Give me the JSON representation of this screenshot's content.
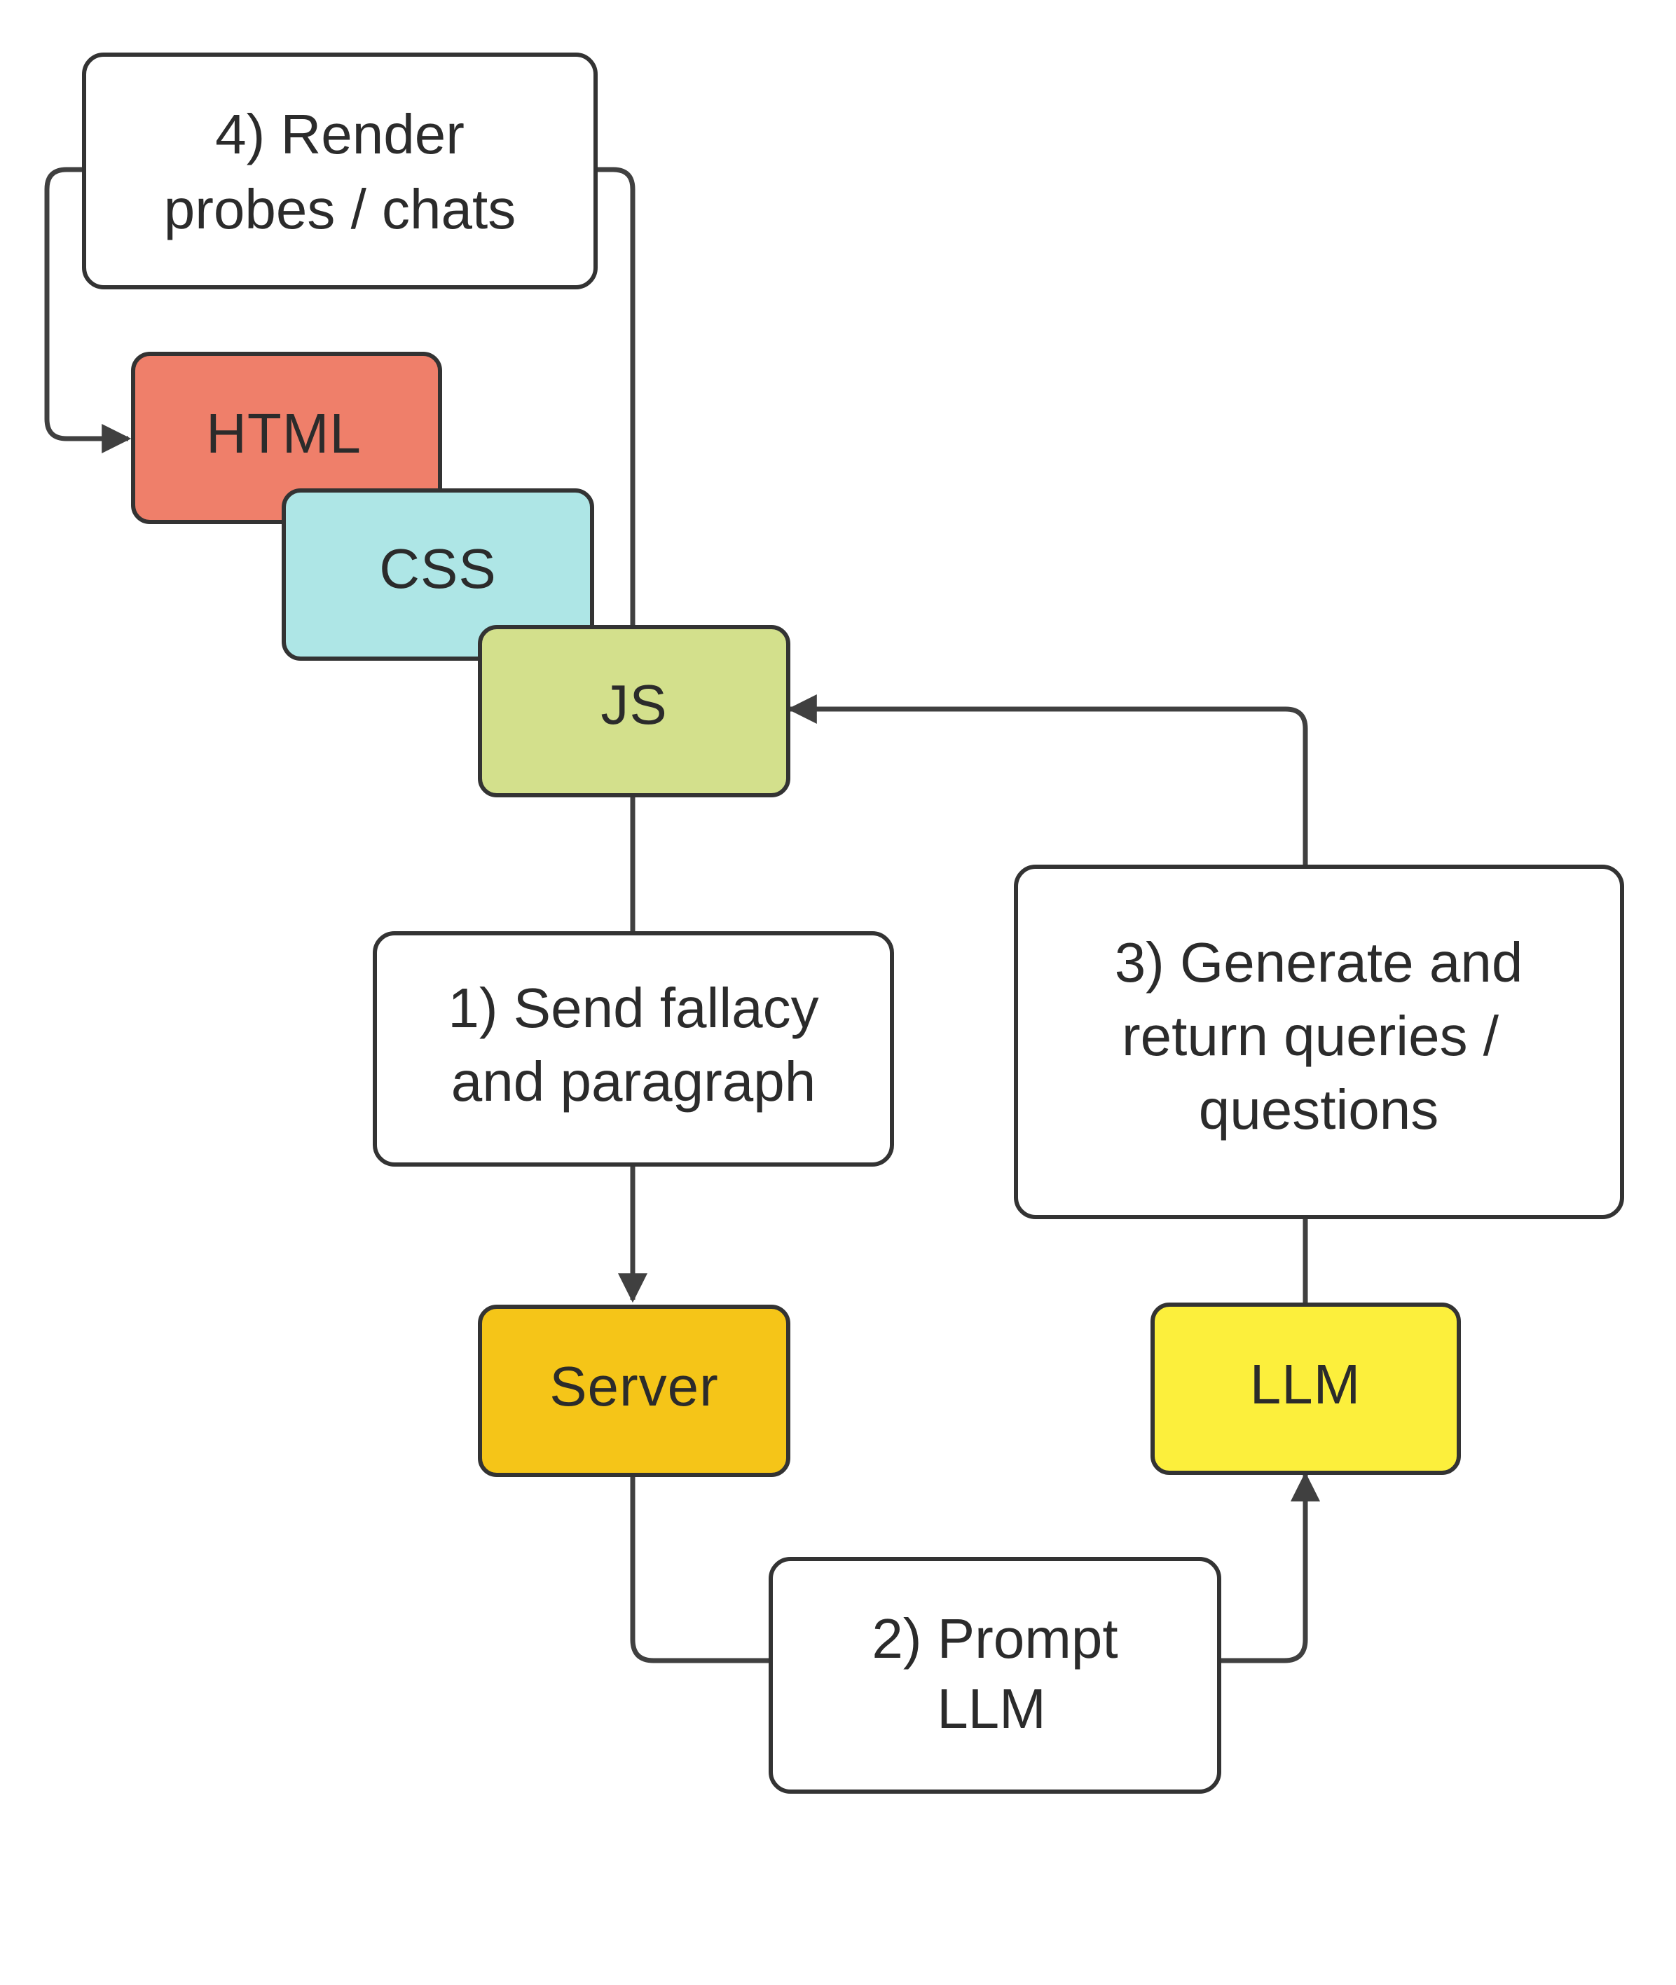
{
  "colors": {
    "html_fill": "#ef7f6a",
    "css_fill": "#aee6e6",
    "js_fill": "#d3e08c",
    "server_fill": "#f5c518",
    "llm_fill": "#fcef3c",
    "step_fill": "#ffffff",
    "stroke": "#333333",
    "connector": "#404040"
  },
  "nodes": {
    "html": "HTML",
    "css": "CSS",
    "js": "JS",
    "server": "Server",
    "llm": "LLM"
  },
  "steps": {
    "step1": {
      "line1": "1) Send fallacy",
      "line2": "and paragraph"
    },
    "step2": {
      "line1": "2) Prompt",
      "line2": "LLM"
    },
    "step3": {
      "line1": "3) Generate and",
      "line2": "return queries /",
      "line3": "questions"
    },
    "step4": {
      "line1": "4) Render",
      "line2": "probes / chats"
    }
  }
}
